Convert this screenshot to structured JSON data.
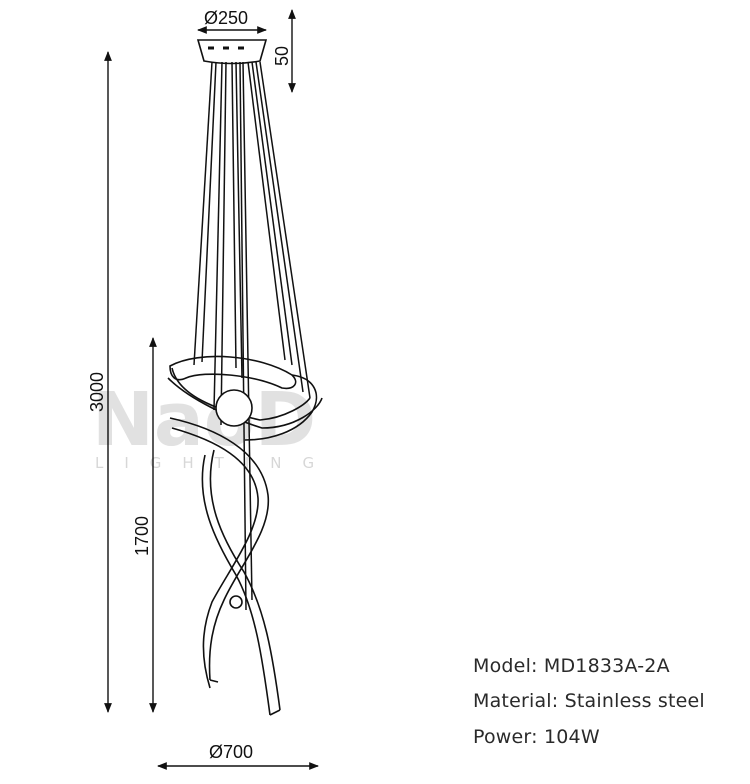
{
  "dimensions": {
    "canopy_diameter": "Ø250",
    "canopy_height": "50",
    "total_height": "3000",
    "lamp_height": "1700",
    "lamp_diameter": "Ø700"
  },
  "specs": {
    "model": "Model: MD1833A-2A",
    "material": "Material: Stainless steel",
    "power": "Power: 104W"
  },
  "watermark": {
    "brand": "NaoD",
    "subline": "LIGHTING"
  }
}
